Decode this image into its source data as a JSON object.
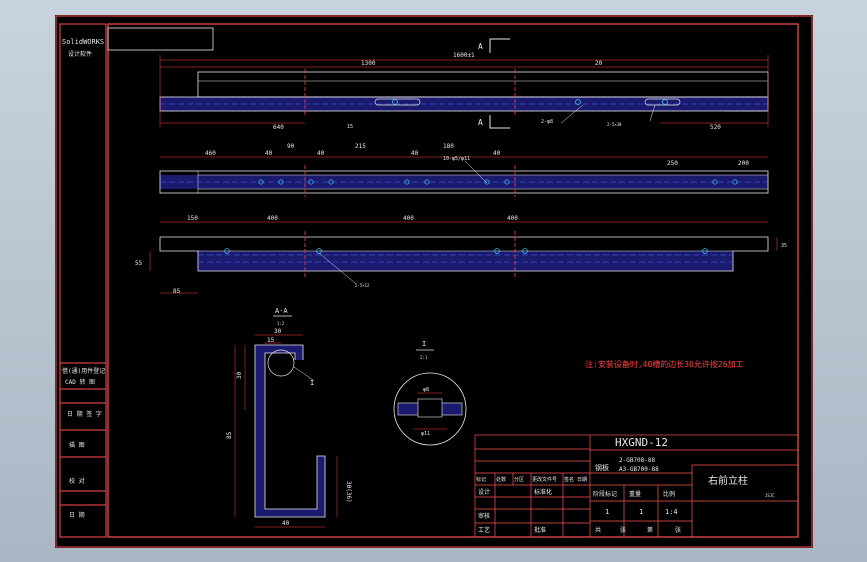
{
  "sidebar": {
    "logo_text": "SolidWORKS",
    "logo_sub": "设计软件",
    "rows": [
      "借(通)用件登记",
      "CAD 转 图",
      "日 期 签 字",
      "描 图",
      "校 对",
      "日 期"
    ]
  },
  "drawing": {
    "top_view": {
      "overall": "1600±1",
      "dim_1300": "1300",
      "dim_20": "20",
      "dim_640": "640",
      "dim_520": "520",
      "dim_15": "15",
      "hole_note": "2-φ8",
      "slot_note": "2-5×30",
      "section_a_top": "A",
      "section_a_bottom": "A"
    },
    "middle_view": {
      "dims": [
        "460",
        "40",
        "90",
        "40",
        "215",
        "40",
        "180",
        "40",
        "250",
        "200"
      ],
      "hole_note": "10-φ5/φ11"
    },
    "bottom_view": {
      "dims_top": [
        "150",
        "400",
        "400",
        "400"
      ],
      "dim_left": "55",
      "dim_bottom": "85",
      "dim_right": "35",
      "hole_note": "5-5×12"
    },
    "section": {
      "title": "A-A",
      "scale": "1:2",
      "dims": [
        "30",
        "15",
        "30",
        "85",
        "30(36)",
        "40"
      ],
      "callout": "I"
    },
    "detail": {
      "title": "I",
      "scale": "2:1",
      "dim_top": "φ8",
      "dim_bottom": "φ11"
    },
    "note": "注:安装设备时,40槽的边长30允许按26加工"
  },
  "title_block": {
    "drawing_no": "HXGND-12",
    "material_label": "钢板",
    "material_spec_1": "2-GB708-88",
    "material_spec_2": "A3-GB700-88",
    "part_name": "右前立柱",
    "company": "JSJC",
    "header_cells": [
      "标记",
      "处数",
      "分区",
      "更改文件号",
      "签名",
      "日期"
    ],
    "rows": [
      "设计",
      "审核",
      "工艺"
    ],
    "row_mid": [
      "标准化",
      "",
      "批准"
    ],
    "stage_labels": [
      "阶段标记",
      "重量",
      "比例"
    ],
    "qty": "1",
    "weight": "1",
    "scale": "1:4",
    "sheet_labels": [
      "共",
      "张",
      "第",
      "张"
    ]
  }
}
